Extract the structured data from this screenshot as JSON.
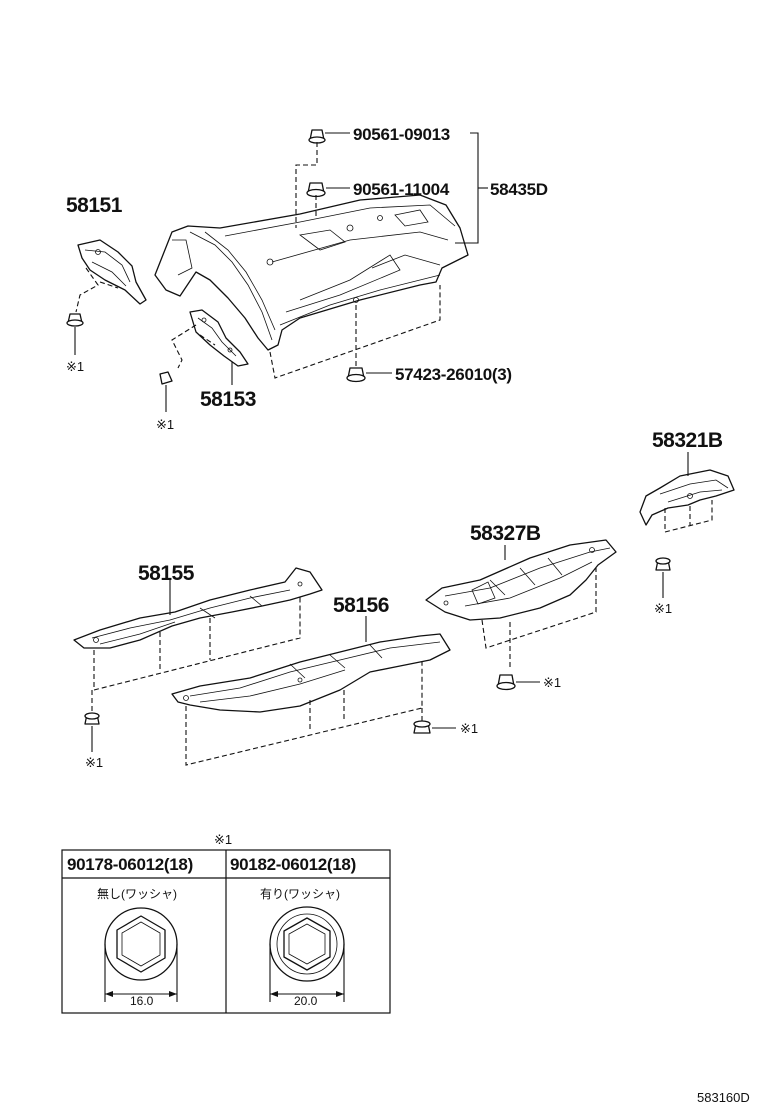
{
  "callouts": {
    "bolt_a": "90561-09013",
    "bolt_b": "90561-11004",
    "main_assy": "58435D",
    "left_cover": "58151",
    "bracket": "58153",
    "clip_main": "57423-26010(3)",
    "rear_cover": "58321B",
    "center_rear": "58327B",
    "front_lower": "58155",
    "center_lower": "58156"
  },
  "note_mark": "※1",
  "table": {
    "header_mark": "※1",
    "columns": [
      {
        "part_no": "90178-06012(18)",
        "desc": "無し(ワッシャ)",
        "dim": "16.0"
      },
      {
        "part_no": "90182-06012(18)",
        "desc": "有り(ワッシャ)",
        "dim": "20.0"
      }
    ]
  },
  "figure_code": "583160D"
}
